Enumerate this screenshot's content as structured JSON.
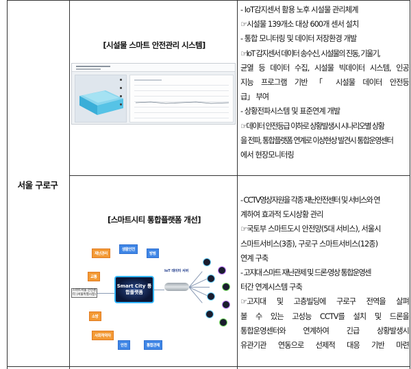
{
  "region": {
    "name": "서울 구로구"
  },
  "rows": [
    {
      "title": "[시설물 스마트 안전관리 시스템]",
      "lines": [
        "- IoT감지센서 활용 노후 시설물 관리체계",
        "☞시설물 139개소 대상 600개 센서 설치",
        "- 통합 모니터링 및 데이터 저장환경 개발",
        "☞IoT 감지센서 데이터 송수신, 시설물의 진동, 기울기,",
        "균열 등 데이터 수집, 시설물 빅데이터 시스템, 인공",
        "지능 프로그램 기반 「 시설물 데이터 안전등",
        "급」 부여",
        "- 상황전파시스템 및 표준연계 개발",
        "☞데이터 안전등급 이하로 상황발생시 시나리오별 상황",
        "을 전파, 통합플랫폼 연계로 이상현상 발견시 통합운영센터",
        "에서 현장모니터링"
      ]
    },
    {
      "title": "[스마트시티 통합플랫폼 개선]",
      "lines": [
        "- CCTV영상자원을 각종 재난안전센터 및 서비스와 연",
        "계하여 효과적 도시상황 관리",
        "☞국토부 스마트도시 안전망(5대 서비스), 서울시",
        "스마트서비스(3종), 구로구 스마트서비스(12종)",
        "연계 구축",
        "- 고지대 스마트 재난관제 및 드론·영상 통합운영센",
        "터간 연계시스템 구축",
        "☞고지대 및 고층빌딩에 구로구 전역을 살펴",
        "볼 수 있는 고성능 CCTV를 설치 및 드론을",
        "통합운영센터와 연계하여 긴급 상황발생시",
        "유관기관 연동으로 선제적 대응 기반 마련"
      ]
    }
  ],
  "platform": {
    "hub": "Smart City 통합플랫폼",
    "services": [
      "재난관리",
      "생활안전",
      "방범",
      "교통",
      "소방",
      "사회적약자",
      "안전",
      "통합관제"
    ],
    "left_box": "스마트서울 안전센터 (서울특별시청)",
    "iot": "IoT 데이터 서버"
  }
}
